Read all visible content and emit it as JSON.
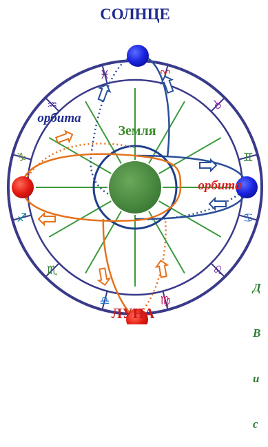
{
  "labels": {
    "sun": "СОЛНЦЕ",
    "moon": "ЛУНА",
    "earth": "Земля",
    "orbit_left": "орбита",
    "orbit_right": "орбита"
  },
  "zodiac": [
    "♓",
    "♈",
    "♉",
    "♊",
    "♋",
    "♌",
    "♍",
    "♎",
    "♏",
    "♐",
    "♑",
    "♒"
  ],
  "side_note_lines": [
    "Д",
    "В",
    "и",
    "с"
  ],
  "colors": {
    "sun_title": "#1f2b8f",
    "moon_title": "#c61a1a",
    "earth": "#4a8a3e",
    "earth_label": "#3a8a2a",
    "orbit_left_label": "#1f2b8f",
    "orbit_right_label": "#d62020",
    "blue_body": "#1a24d6",
    "red_body": "#e01414",
    "blue_orbit": "#2a4f9a",
    "orange_orbit": "#e5721c",
    "side_note": "#2e7d32"
  }
}
